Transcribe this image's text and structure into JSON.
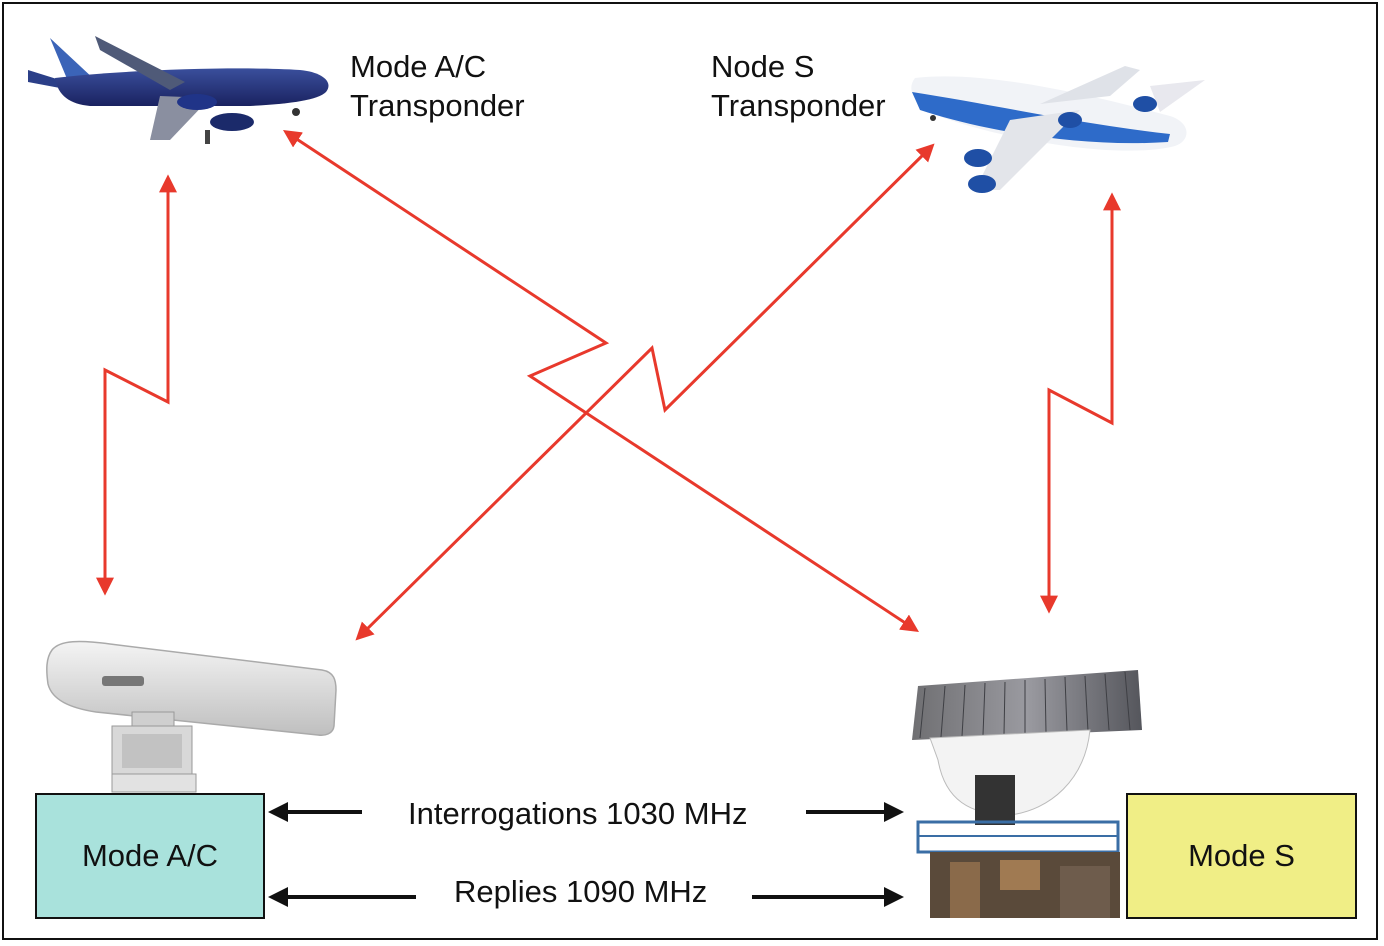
{
  "labels": {
    "plane_left_line1": "Mode A/C",
    "plane_left_line2": "Transponder",
    "plane_right_line1": "Node S",
    "plane_right_line2": "Transponder",
    "interrogations": "Interrogations 1030 MHz",
    "replies": "Replies 1090 MHz"
  },
  "boxes": {
    "mode_ac": "Mode A/C",
    "mode_s": "Mode S"
  },
  "colors": {
    "link_red": "#e8392c",
    "mode_ac_fill": "#a9e2dc",
    "mode_s_fill": "#f0ee86",
    "arrow_black": "#111111"
  },
  "icons": {
    "left_aircraft": "airliner-icon",
    "right_aircraft": "jumbo-jet-icon",
    "left_radar": "radar-antenna-icon",
    "right_radar": "radar-tower-icon"
  }
}
